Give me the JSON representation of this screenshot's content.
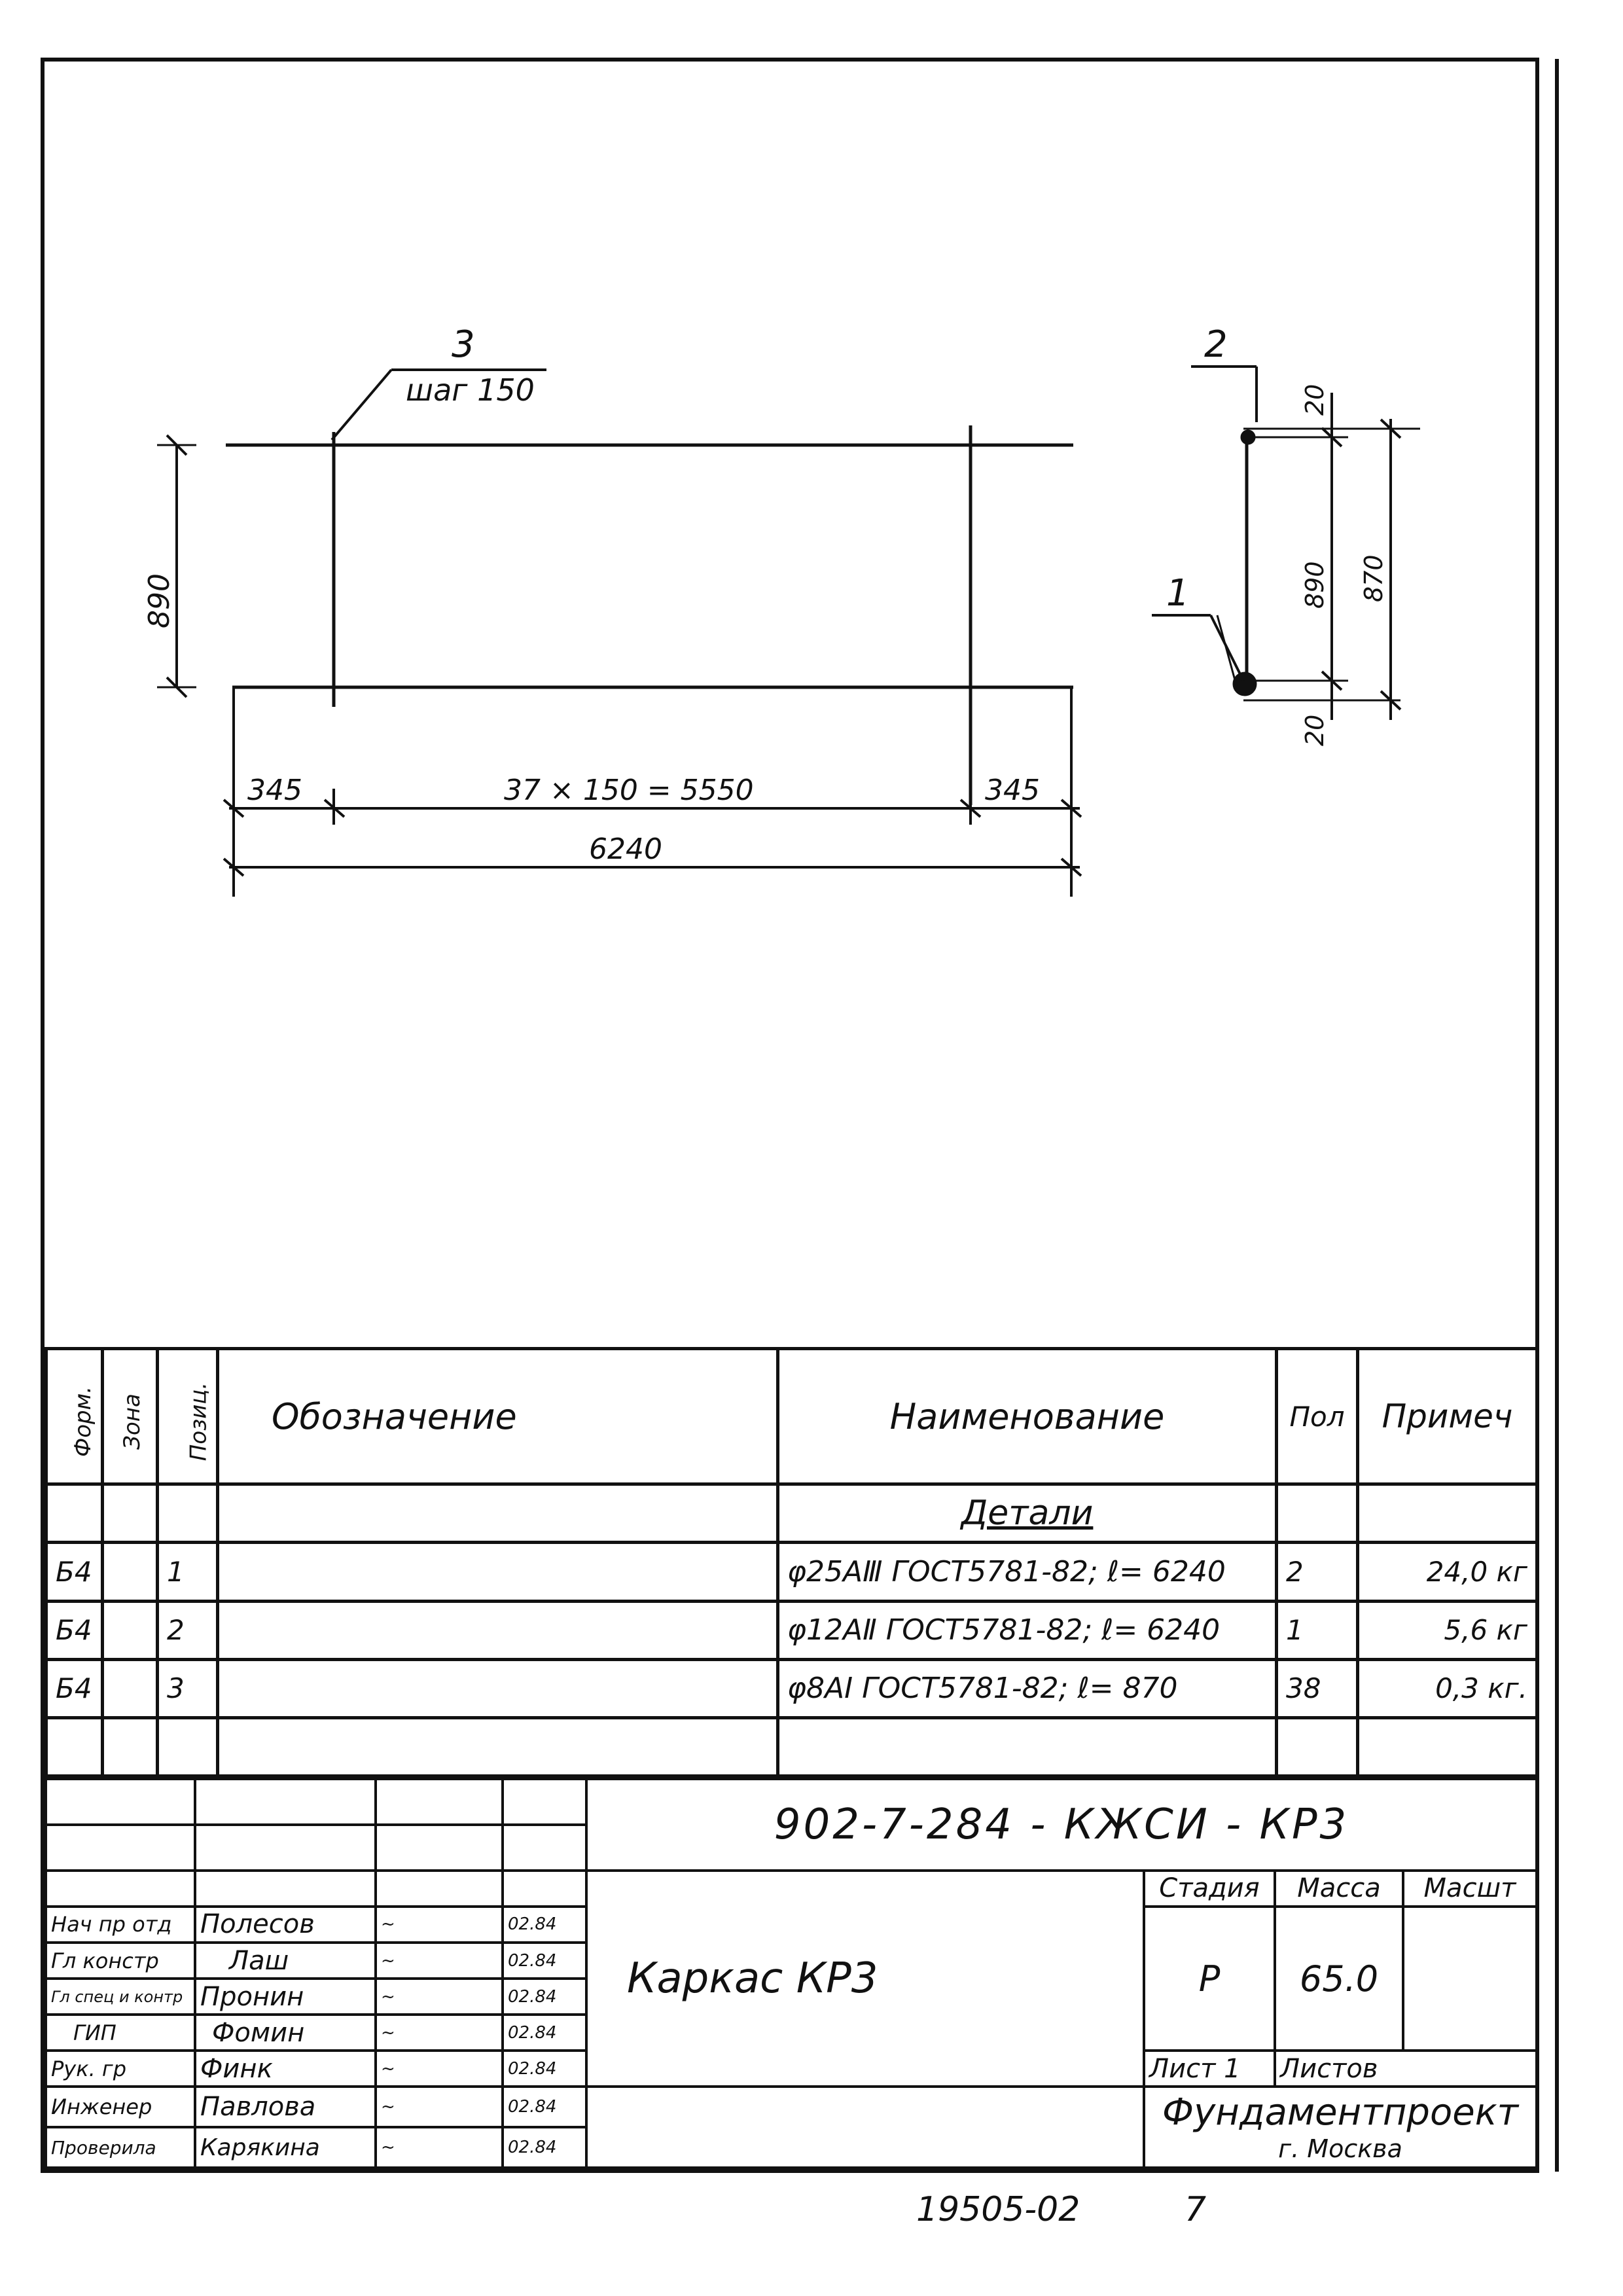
{
  "drawing": {
    "labels": {
      "pos3": "3",
      "pos3_step": "шаг 150",
      "dim_height_left": "890",
      "dim_345_left": "345",
      "dim_middle": "37 × 150 = 5550",
      "dim_345_right": "345",
      "dim_total": "6240",
      "pos2": "2",
      "pos1": "1",
      "dim_20_top": "20",
      "dim_890_right": "890",
      "dim_870": "870",
      "dim_20_bottom": "20"
    }
  },
  "spec": {
    "headers": {
      "format": "Форм.",
      "zone": "Зона",
      "position": "Позиц.",
      "designation": "Обозначение",
      "name": "Наименование",
      "qty": "Пол",
      "note": "Примеч"
    },
    "section_title": "Детали",
    "rows": [
      {
        "format": "Б4",
        "zone": "",
        "position": "1",
        "designation": "",
        "name": "φ25АⅢ ГОСТ5781-82; ℓ= 6240",
        "qty": "2",
        "note": "24,0 кг"
      },
      {
        "format": "Б4",
        "zone": "",
        "position": "2",
        "designation": "",
        "name": "φ12АⅡ ГОСТ5781-82; ℓ= 6240",
        "qty": "1",
        "note": "5,6 кг"
      },
      {
        "format": "Б4",
        "zone": "",
        "position": "3",
        "designation": "",
        "name": "φ8АⅠ ГОСТ5781-82; ℓ= 870",
        "qty": "38",
        "note": "0,3 кг."
      }
    ]
  },
  "title_block": {
    "doc_code": "902-7-284 - КЖСИ - КР3",
    "title": "Каркас КР3",
    "stage_label": "Стадия",
    "mass_label": "Масса",
    "scale_label": "Масшт",
    "stage_value": "Р",
    "mass_value": "65.0",
    "scale_value": "",
    "sheet_label": "Лист 1",
    "sheets_label": "Листов",
    "organization": "Фундаментпроект",
    "city": "г. Москва",
    "people": [
      {
        "role": "Нач пр отд",
        "name": "Полесов",
        "date": "02.84"
      },
      {
        "role": "Гл констр",
        "name": "Лаш",
        "date": "02.84"
      },
      {
        "role": "Гл спец и контр",
        "name": "Пронин",
        "date": "02.84"
      },
      {
        "role": "ГИП",
        "name": "Фомин",
        "date": "02.84"
      },
      {
        "role": "Рук. гр",
        "name": "Финк",
        "date": "02.84"
      },
      {
        "role": "Инженер",
        "name": "Павлова",
        "date": "02.84"
      },
      {
        "role": "Проверила",
        "name": "Карякина",
        "date": "02.84"
      }
    ]
  },
  "footer": {
    "archive_number": "19505-02",
    "page_number": "7"
  }
}
